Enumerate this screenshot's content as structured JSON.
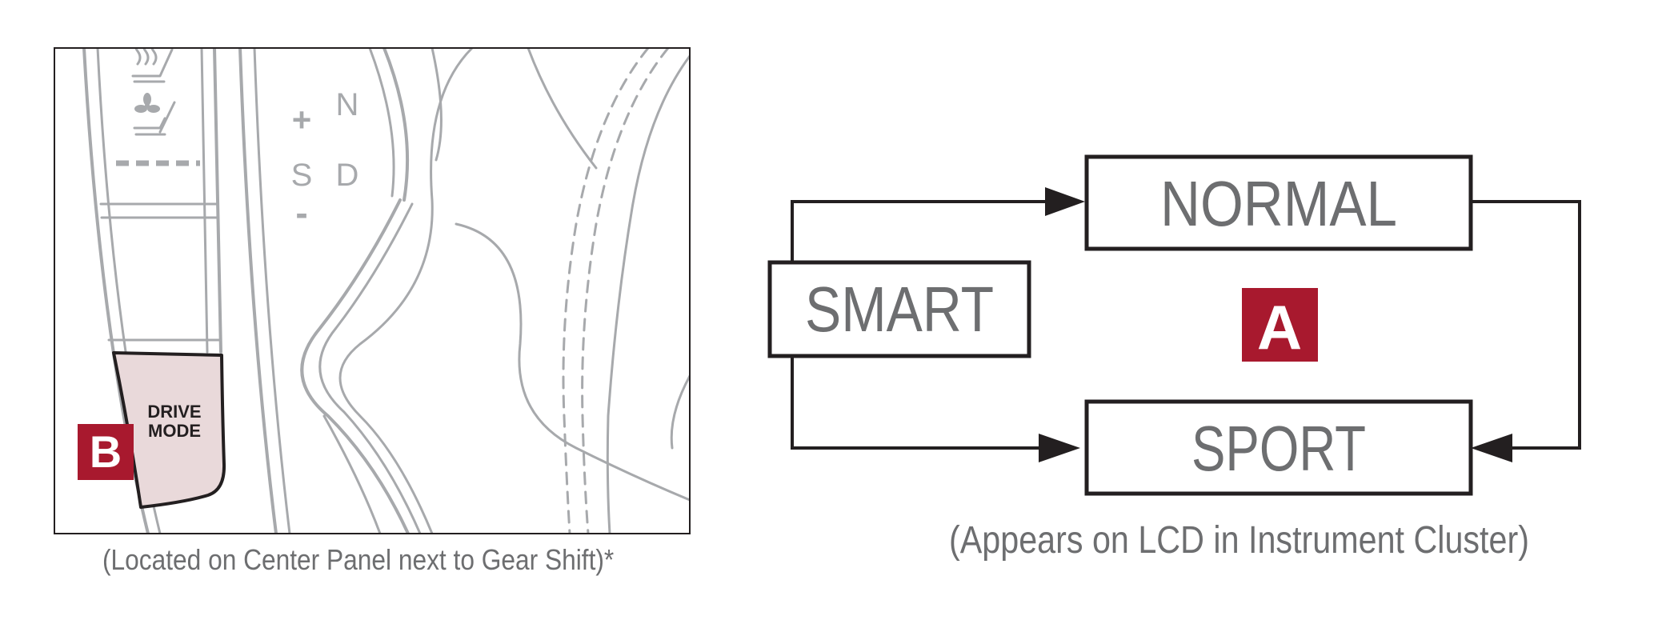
{
  "left_panel": {
    "gear_labels": {
      "plus": "+",
      "neutral": "N",
      "sport": "S",
      "drive": "D",
      "minus": "-"
    },
    "drive_mode_button": {
      "line1": "DRIVE",
      "line2": "MODE",
      "fill_color": "#e9d9da"
    },
    "callout_b": "B",
    "caption": "(Located on Center Panel next to Gear Shift)*"
  },
  "flow_diagram": {
    "modes": {
      "smart": "SMART",
      "normal": "NORMAL",
      "sport": "SPORT"
    },
    "callout_a": "A",
    "caption": "(Appears on LCD in Instrument Cluster)"
  },
  "colors": {
    "callout": "#a8192e",
    "line": "#231f20",
    "text_gray": "#6d6e70",
    "sketch_gray": "#a7a9ac"
  }
}
